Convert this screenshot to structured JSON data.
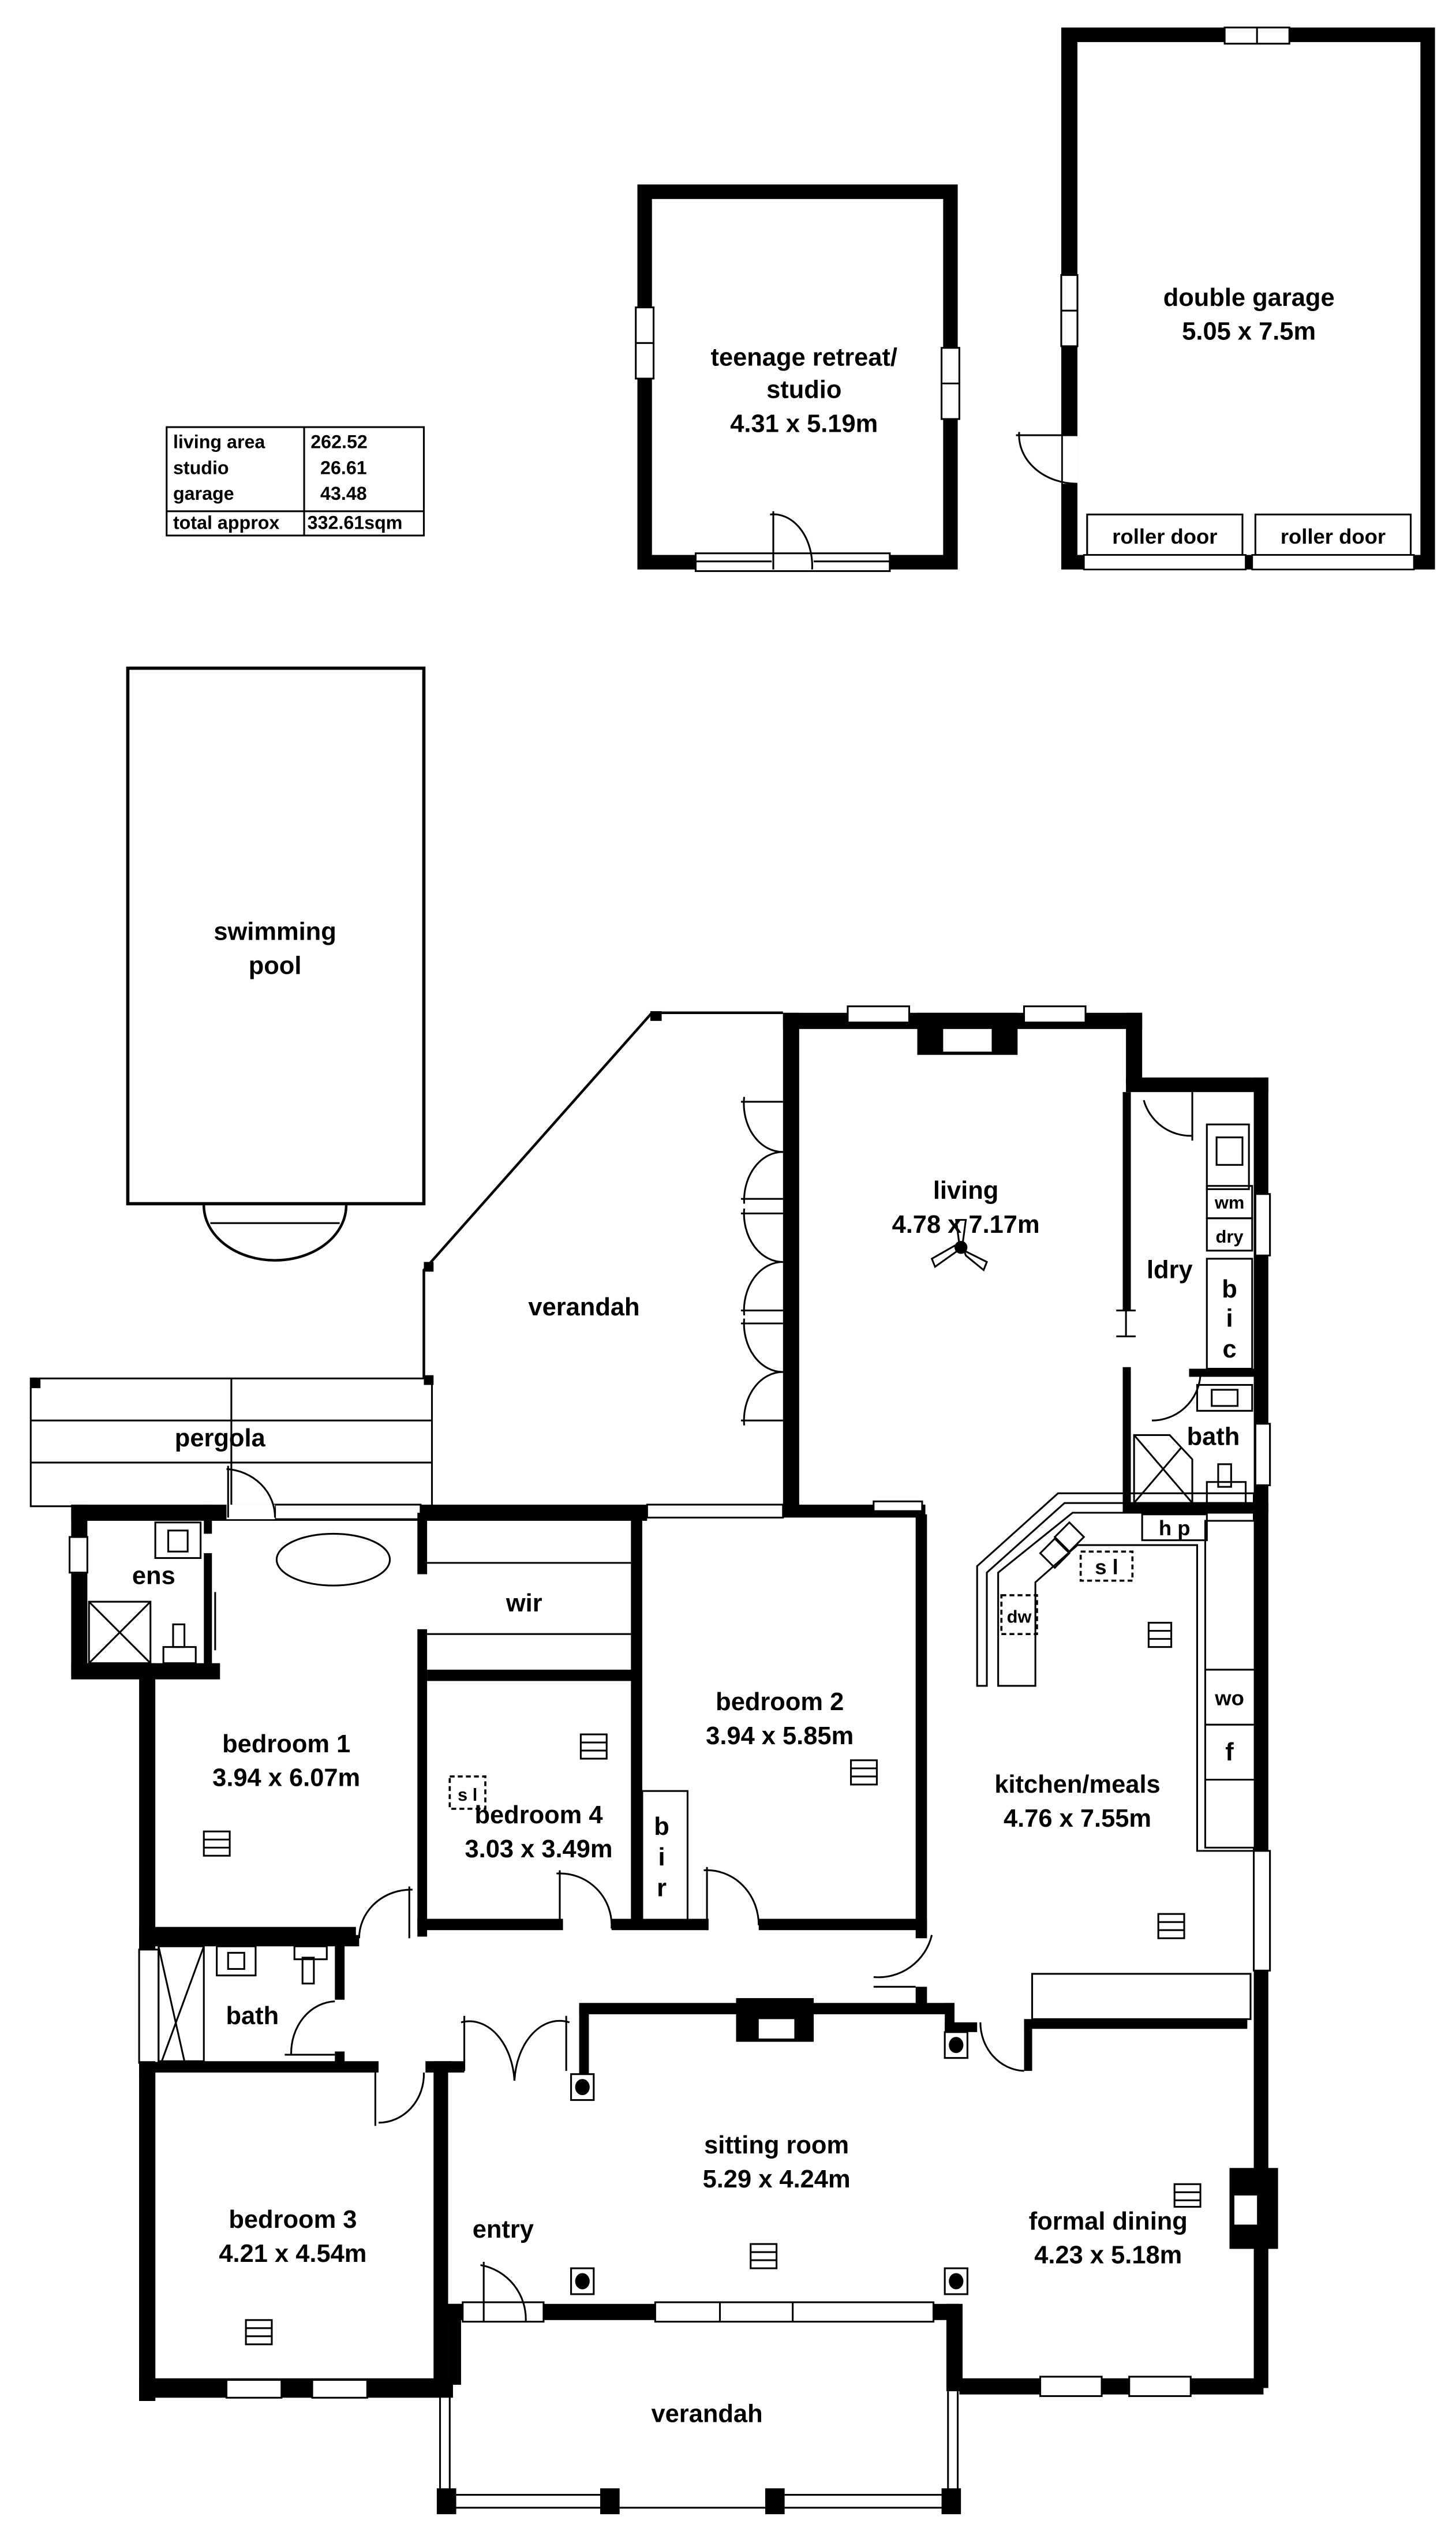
{
  "area_table": {
    "rows": [
      {
        "label": "living area",
        "value": "262.52"
      },
      {
        "label": "studio",
        "value": "26.61"
      },
      {
        "label": "garage",
        "value": "43.48"
      }
    ],
    "total": {
      "label": "total approx",
      "value": "332.61sqm"
    }
  },
  "outbuildings": {
    "studio": {
      "name_line1": "teenage retreat/",
      "name_line2": "studio",
      "size": "4.31 x 5.19m"
    },
    "garage": {
      "name": "double garage",
      "size": "5.05 x 7.5m",
      "door_left": "roller door",
      "door_right": "roller door"
    },
    "pool": {
      "name_line1": "swimming",
      "name_line2": "pool"
    }
  },
  "rooms": {
    "verandah_rear": {
      "name": "verandah"
    },
    "pergola": {
      "name": "pergola"
    },
    "living": {
      "name": "living",
      "size": "4.78 x 7.17m"
    },
    "laundry": {
      "name": "ldry",
      "wm": "wm",
      "dry": "dry",
      "bic": [
        "b",
        "i",
        "c"
      ]
    },
    "bath_rear": {
      "name": "bath"
    },
    "ensuite": {
      "name": "ens"
    },
    "wir": {
      "name": "wir"
    },
    "bedroom1": {
      "name": "bedroom 1",
      "size": "3.94 x 6.07m"
    },
    "bedroom2": {
      "name": "bedroom 2",
      "size": "3.94 x 5.85m",
      "bir": [
        "b",
        "i",
        "r"
      ]
    },
    "bedroom4": {
      "name": "bedroom 4",
      "size": "3.03 x 3.49m",
      "skylight": "s l"
    },
    "kitchen": {
      "name": "kitchen/meals",
      "size": "4.76 x 7.55m",
      "hp": "h p",
      "sl": "s l",
      "dw": "dw",
      "wo": "wo",
      "f": "f"
    },
    "bath_front": {
      "name": "bath"
    },
    "bedroom3": {
      "name": "bedroom 3",
      "size": "4.21 x 4.54m"
    },
    "sitting": {
      "name": "sitting room",
      "size": "5.29 x 4.24m"
    },
    "entry": {
      "name": "entry"
    },
    "dining": {
      "name": "formal dining",
      "size": "4.23 x 5.18m"
    },
    "verandah_front": {
      "name": "verandah"
    }
  },
  "symbols": {
    "vent": "vent-icon",
    "ceiling_fan": "ceiling-fan-icon",
    "downlight": "downlight-icon",
    "fireplace": "fireplace-icon"
  }
}
